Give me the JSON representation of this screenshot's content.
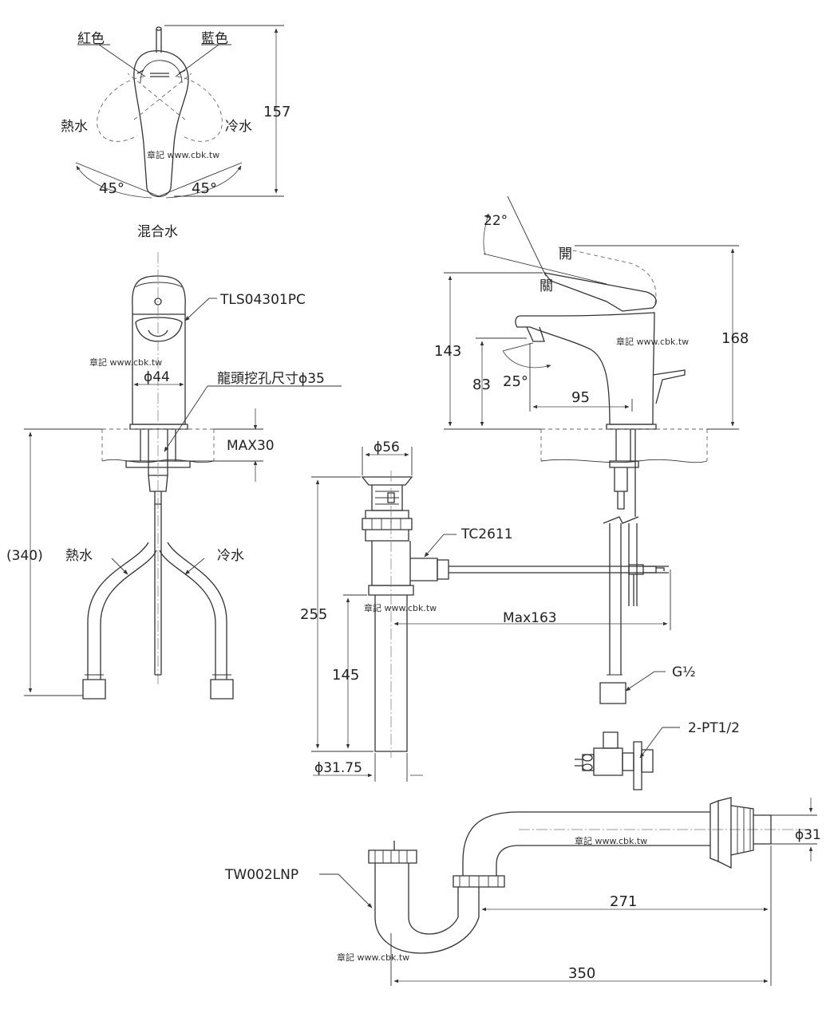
{
  "top_view": {
    "red_label": "紅色",
    "blue_label": "藍色",
    "hot_label": "熱水",
    "cold_label": "冷水",
    "angle_left": "45°",
    "angle_right": "45°",
    "depth_dim": "157",
    "mix_label": "混合水"
  },
  "front_view": {
    "model": "TLS04301PC",
    "diameter": "ϕ44",
    "hole_label": "龍頭挖孔尺寸ϕ35",
    "max_thickness": "MAX30",
    "total_length": "(340)",
    "hot_label": "熱水",
    "cold_label": "冷水"
  },
  "side_view": {
    "tilt_angle": "22°",
    "open_label": "開",
    "close_label": "關",
    "height_closed": "143",
    "height_open": "168",
    "spout_height": "83",
    "spout_angle": "25°",
    "reach": "95",
    "inlet_thread": "G½"
  },
  "drain": {
    "top_diameter": "ϕ56",
    "model": "TC2611",
    "length": "255",
    "tail_length": "145",
    "max_rod": "Max163",
    "tube_diameter": "ϕ31.75"
  },
  "valve": {
    "label": "2-PT1/2"
  },
  "trap": {
    "model": "TW002LNP",
    "outlet_diameter": "ϕ31",
    "wall_length": "271",
    "total_length": "350"
  },
  "watermark": "章記 www.cbk.tw"
}
